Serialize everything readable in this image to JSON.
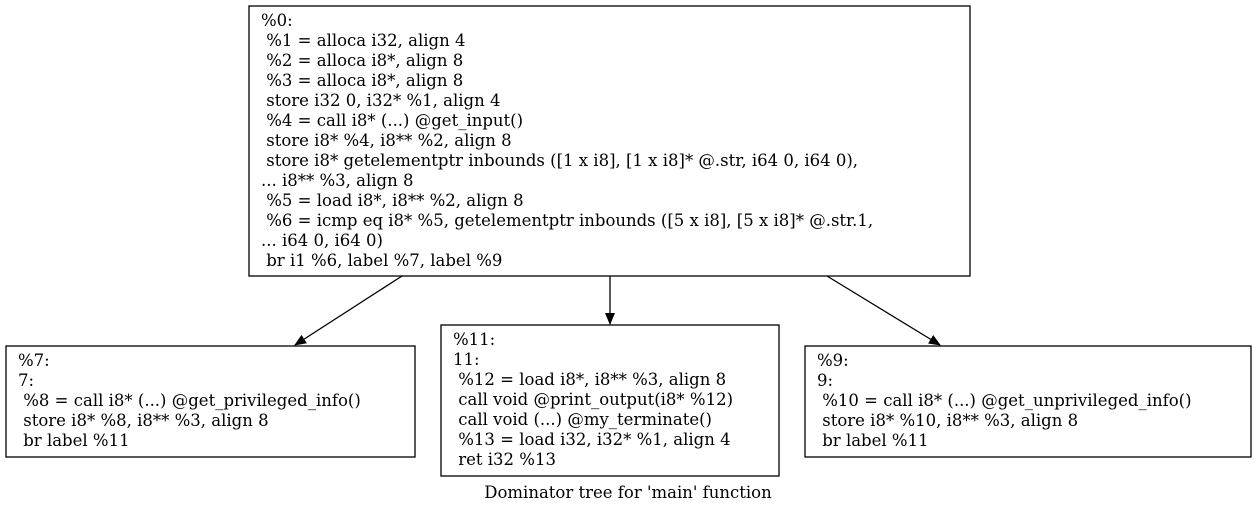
{
  "diagram": {
    "caption": "Dominator tree for 'main' function",
    "nodes": [
      {
        "id": "n0",
        "lines": [
          "%0:",
          " %1 = alloca i32, align 4",
          " %2 = alloca i8*, align 8",
          " %3 = alloca i8*, align 8",
          " store i32 0, i32* %1, align 4",
          " %4 = call i8* (...) @get_input()",
          " store i8* %4, i8** %2, align 8",
          " store i8* getelementptr inbounds ([1 x i8], [1 x i8]* @.str, i64 0, i64 0),",
          "... i8** %3, align 8",
          " %5 = load i8*, i8** %2, align 8",
          " %6 = icmp eq i8* %5, getelementptr inbounds ([5 x i8], [5 x i8]* @.str.1,",
          "... i64 0, i64 0)",
          " br i1 %6, label %7, label %9"
        ]
      },
      {
        "id": "n7",
        "lines": [
          "%7:",
          "7:",
          " %8 = call i8* (...) @get_privileged_info()",
          " store i8* %8, i8** %3, align 8",
          " br label %11"
        ]
      },
      {
        "id": "n11",
        "lines": [
          "%11:",
          "11:",
          " %12 = load i8*, i8** %3, align 8",
          " call void @print_output(i8* %12)",
          " call void (...) @my_terminate()",
          " %13 = load i32, i32* %1, align 4",
          " ret i32 %13"
        ]
      },
      {
        "id": "n9",
        "lines": [
          "%9:",
          "9:",
          " %10 = call i8* (...) @get_unprivileged_info()",
          " store i8* %10, i8** %3, align 8",
          " br label %11"
        ]
      }
    ],
    "edges": [
      {
        "from": "n0",
        "to": "n7"
      },
      {
        "from": "n0",
        "to": "n11"
      },
      {
        "from": "n0",
        "to": "n9"
      }
    ]
  }
}
